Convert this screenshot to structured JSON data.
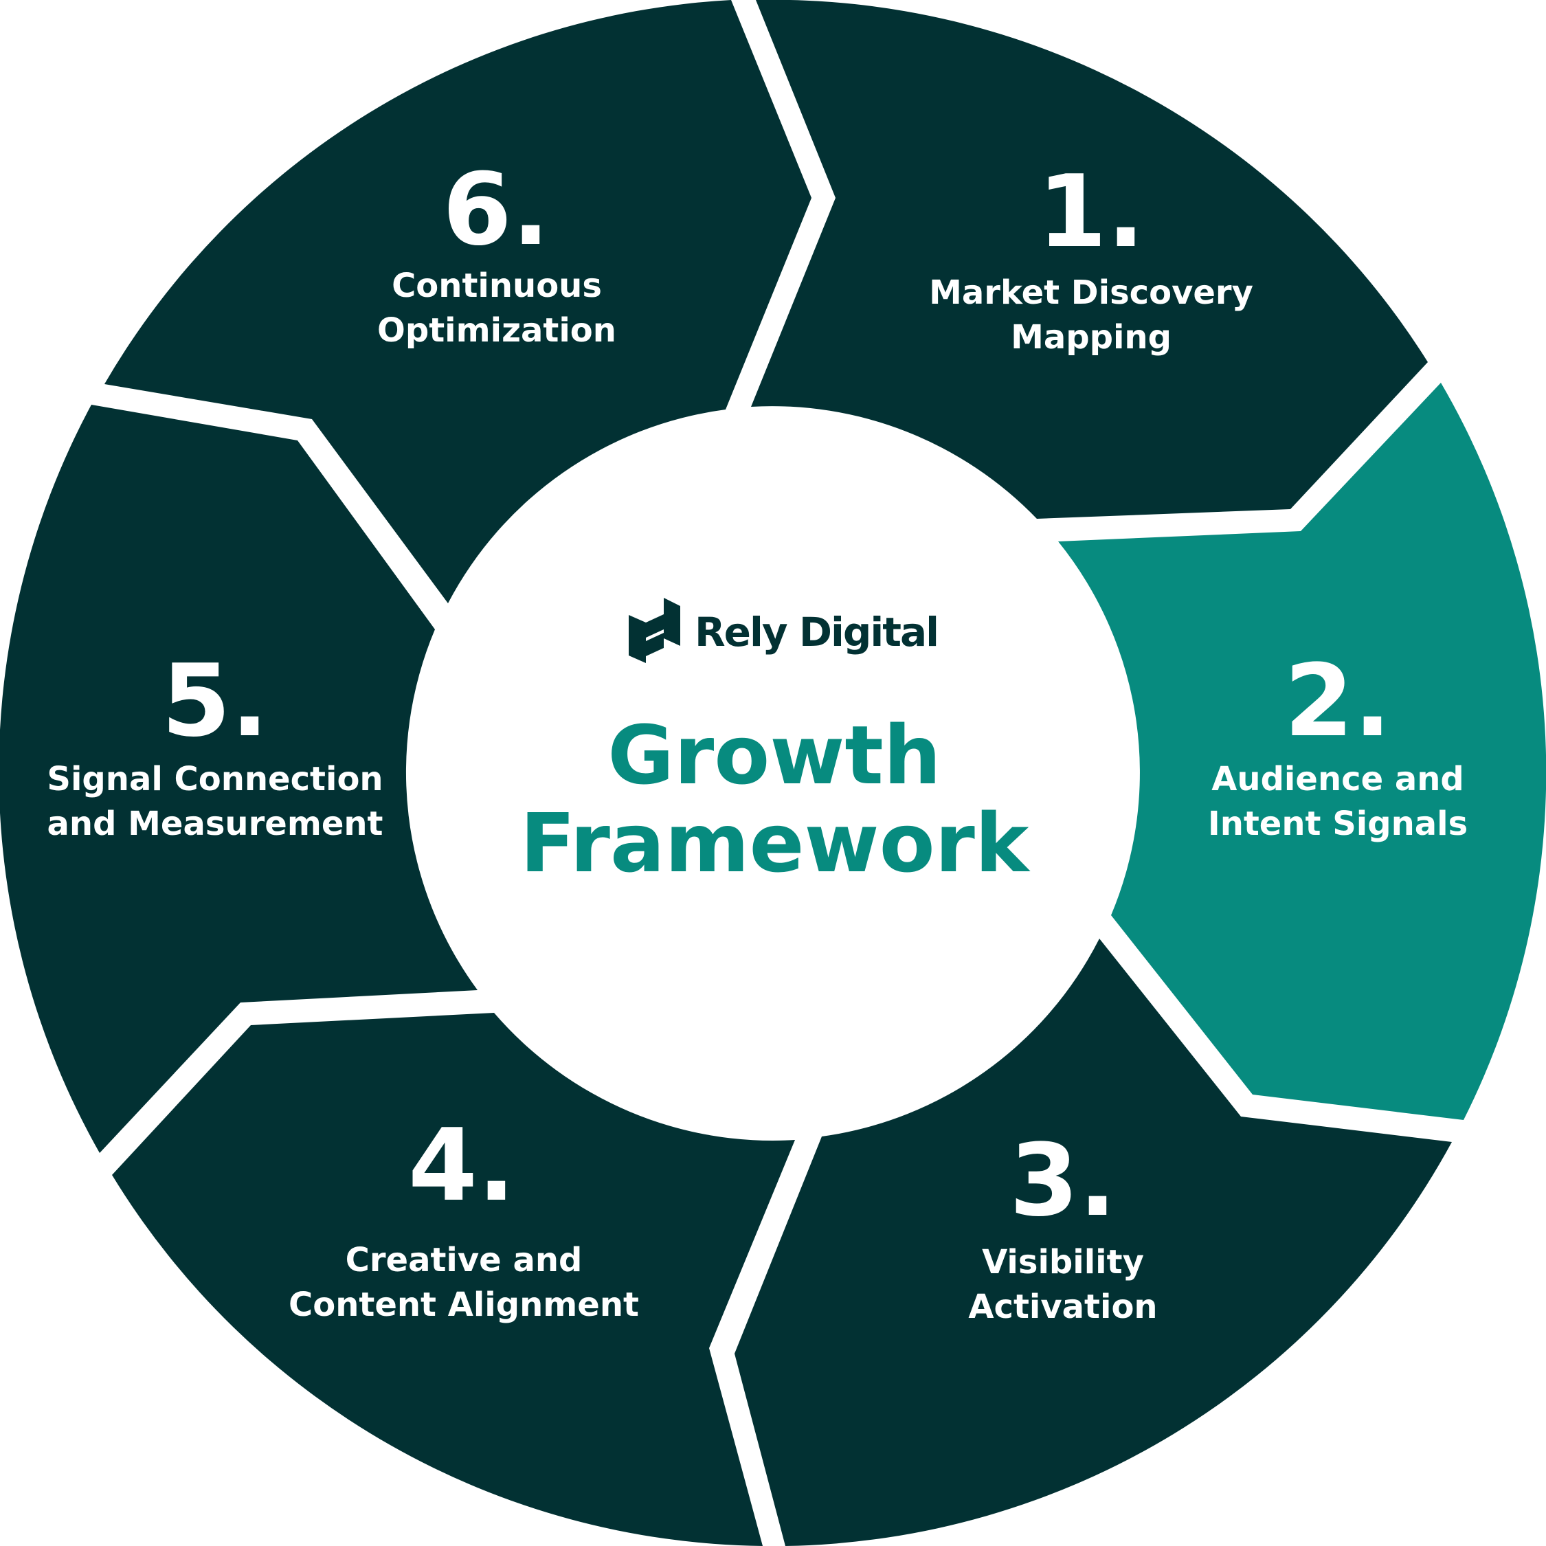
{
  "colors": {
    "dark": "#023133",
    "accent": "#078b7f",
    "background": "#ffffff"
  },
  "brand": {
    "name": "Rely Digital",
    "logo_icon": "rely-digital-logo-icon"
  },
  "center": {
    "title_line1": "Growth",
    "title_line2": "Framework"
  },
  "segments": [
    {
      "number": "1.",
      "line1": "Market Discovery",
      "line2": "Mapping",
      "highlighted": false
    },
    {
      "number": "2.",
      "line1": "Audience and",
      "line2": "Intent Signals",
      "highlighted": true
    },
    {
      "number": "3.",
      "line1": "Visibility",
      "line2": "Activation",
      "highlighted": false
    },
    {
      "number": "4.",
      "line1": "Creative and",
      "line2": "Content Alignment",
      "highlighted": false
    },
    {
      "number": "5.",
      "line1": "Signal Connection",
      "line2": "and Measurement",
      "highlighted": false
    },
    {
      "number": "6.",
      "line1": "Continuous",
      "line2": "Optimization",
      "highlighted": false
    }
  ]
}
